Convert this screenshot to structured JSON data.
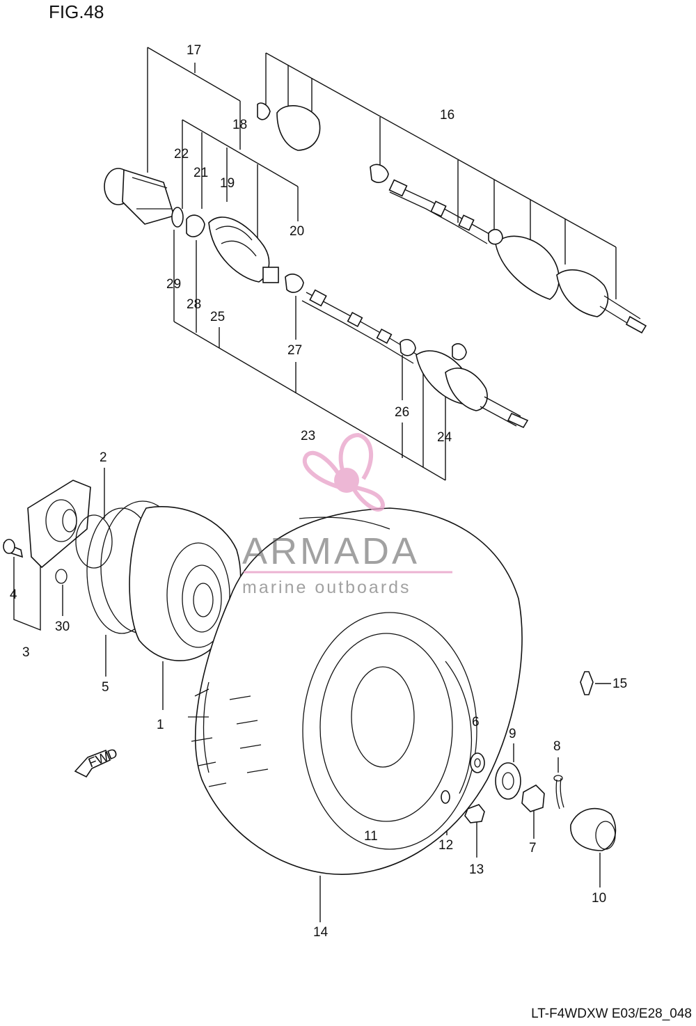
{
  "figure": {
    "title": "FIG.48",
    "code": "LT-F4WDXW E03/E28_048"
  },
  "watermark": {
    "name": "ARMADA",
    "tagline": "marine outboards",
    "color": "#e8a0c8"
  },
  "callouts": [
    "1",
    "2",
    "3",
    "4",
    "5",
    "6",
    "7",
    "8",
    "9",
    "10",
    "11",
    "12",
    "13",
    "14",
    "15",
    "16",
    "17",
    "18",
    "19",
    "20",
    "21",
    "22",
    "23",
    "24",
    "25",
    "26",
    "27",
    "28",
    "29",
    "30"
  ],
  "fwd_label": "FWD"
}
